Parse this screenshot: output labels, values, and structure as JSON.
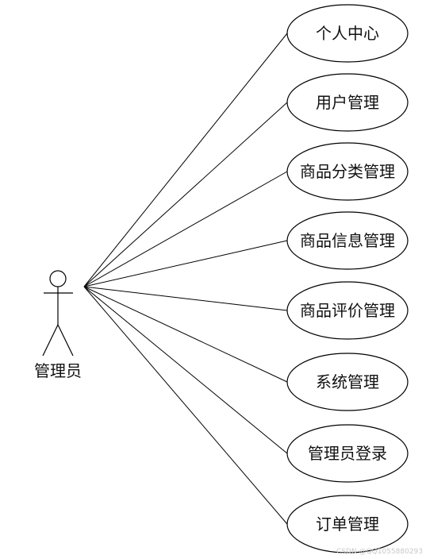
{
  "actor": {
    "label": "管理员"
  },
  "use_cases": [
    {
      "label": "个人中心"
    },
    {
      "label": "用户管理"
    },
    {
      "label": "商品分类管理"
    },
    {
      "label": "商品信息管理"
    },
    {
      "label": "商品评价管理"
    },
    {
      "label": "系统管理"
    },
    {
      "label": "管理员登录"
    },
    {
      "label": "订单管理"
    }
  ],
  "watermark": {
    "text": "CSDN @QQ1055880293"
  },
  "colors": {
    "stroke": "#000000",
    "text": "#111111",
    "watermark": "#c8c8c8"
  }
}
